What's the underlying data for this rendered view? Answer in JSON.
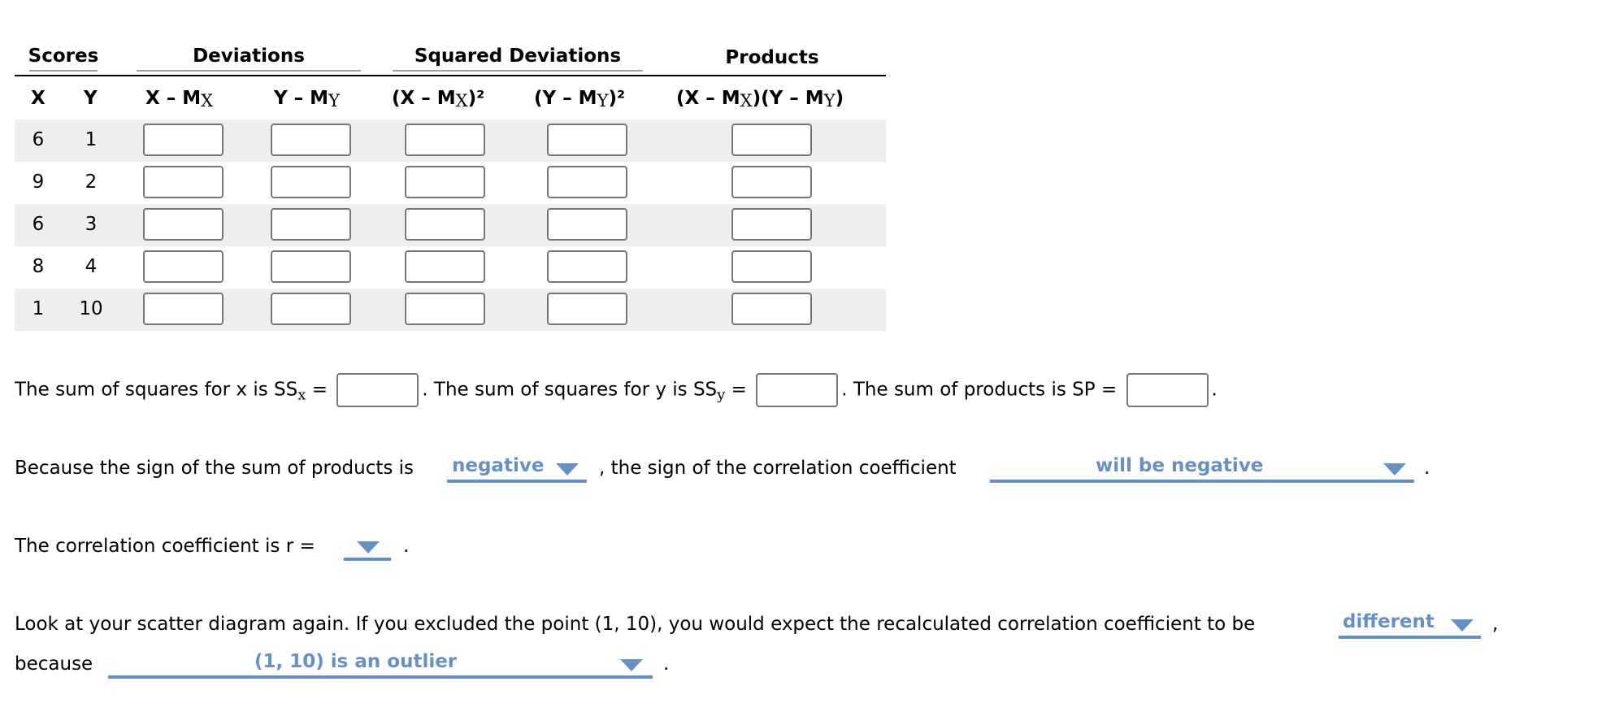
{
  "table": {
    "group_headers": {
      "scores": "Scores",
      "deviations": "Deviations",
      "squared_deviations": "Squared Deviations",
      "products": "Products"
    },
    "column_headers": {
      "x": "X",
      "y": "Y",
      "x_dev": "X – M",
      "x_dev_sub": "X",
      "y_dev": "Y – M",
      "y_dev_sub": "Y",
      "x_sq_pre": "(X – M",
      "x_sq_sub": "X",
      "x_sq_post": ")²",
      "y_sq_pre": "(Y – M",
      "y_sq_sub": "Y",
      "y_sq_post": ")²",
      "prod_a": "(X – M",
      "prod_a_sub": "X",
      "prod_b": ")(Y – M",
      "prod_b_sub": "Y",
      "prod_c": ")"
    },
    "rows": [
      {
        "x": "6",
        "y": "1"
      },
      {
        "x": "9",
        "y": "2"
      },
      {
        "x": "6",
        "y": "3"
      },
      {
        "x": "8",
        "y": "4"
      },
      {
        "x": "1",
        "y": "10"
      }
    ]
  },
  "sums": {
    "ssx_text": "The sum of squares for x is SS",
    "ssx_sub": "x",
    "ssx_eq": " =",
    "ssy_text": ". The sum of squares for y is SS",
    "ssy_sub": "y",
    "ssy_eq": " =",
    "sp_text": ". The sum of products is SP =",
    "end": "."
  },
  "sign": {
    "prefix": "Because the sign of the sum of products is",
    "sp_sign_value": "negative",
    "middle": ", the sign of the correlation coefficient",
    "r_sign_value": "will be negative",
    "end": "."
  },
  "r": {
    "prefix": "The correlation coefficient is r =",
    "value": "",
    "end": "."
  },
  "outlier": {
    "line1": "Look at your scatter diagram again. If you excluded the point (1, 10), you would expect the recalculated correlation coefficient to be",
    "expect_value": "different",
    "line1_end": ",",
    "because": "because",
    "reason_value": "(1, 10) is an outlier",
    "end": "."
  },
  "colors": {
    "accent": "#6592c2",
    "row_shade": "#efefef",
    "input_border": "#777777"
  }
}
